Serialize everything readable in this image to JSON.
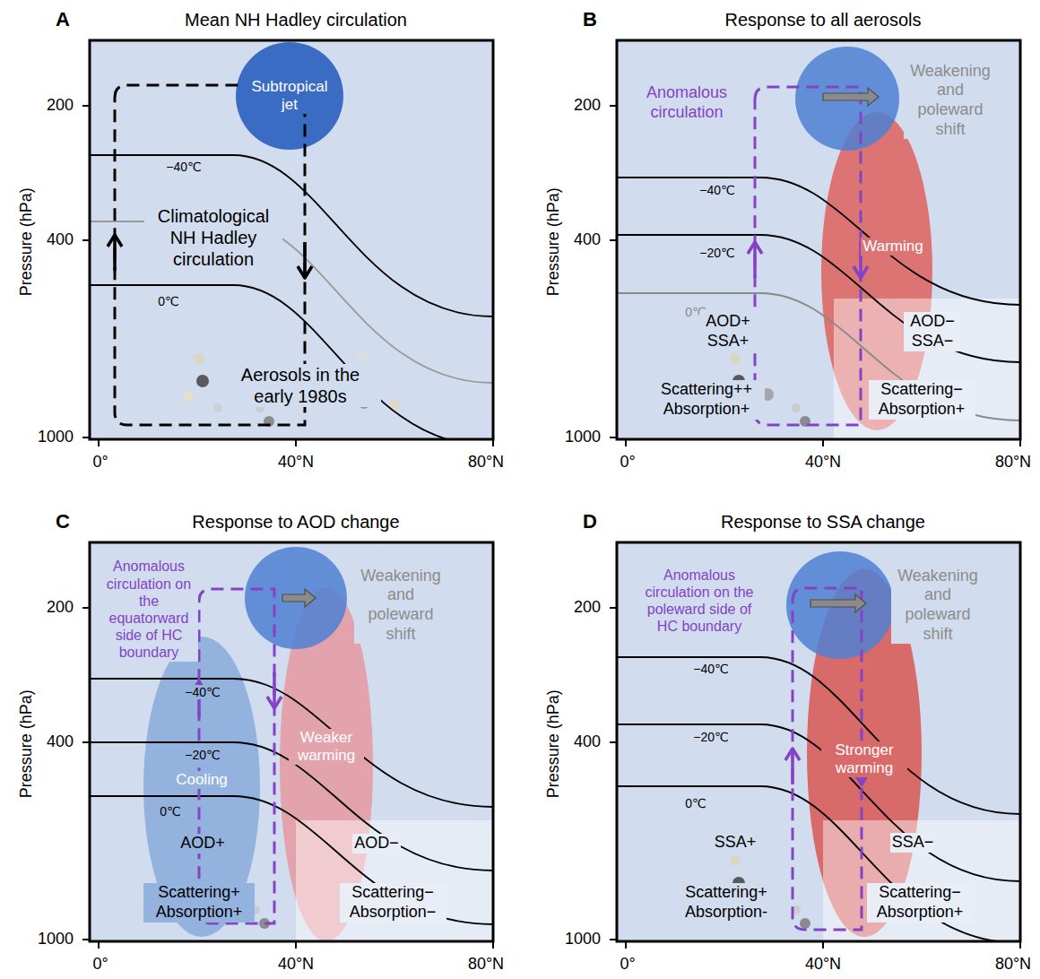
{
  "diagram": {
    "nodes": [
      {
        "text": [
          "A",
          "Mean NH Hadley circulation"
        ]
      },
      {
        "text": [
          "Subtropical jet"
        ],
        "in": 0
      },
      {
        "text": [
          "B",
          "Response to all aerosols"
        ]
      },
      {
        "text": [
          "Warming"
        ],
        "in": 2
      },
      {
        "text": [
          "C",
          "Response to AOD change"
        ]
      },
      {
        "text": [
          "Cooling"
        ],
        "in": 4
      },
      {
        "text": [
          "Weaker warming"
        ],
        "in": 4
      },
      {
        "text": [
          "D",
          "Response to SSA change"
        ]
      },
      {
        "text": [
          "Stronger warming"
        ],
        "in": 7
      }
    ],
    "labels": [
      "200",
      "400",
      "1000",
      "Pressure (hPa)",
      "0°",
      "40°N",
      "80°N",
      "−40℃",
      "0℃",
      "Climatological NH Hadley circulation",
      "Aerosols in the early 1980s",
      "200",
      "400",
      "1000",
      "Pressure (hPa)",
      "0°",
      "40°N",
      "80°N",
      "Anomalous circulation",
      "Weakening and poleward shift",
      "−40℃",
      "−20℃",
      "0℃",
      "AOD+ SSA+",
      "AOD− SSA−",
      "Scattering++ Absorption+",
      "Scattering− Absorption+",
      "200",
      "400",
      "1000",
      "Pressure (hPa)",
      "0°",
      "40°N",
      "80°N",
      "Anomalous circulation on the equatorward side of HC boundary",
      "Weakening and poleward shift",
      "−40℃",
      "−20℃",
      "0℃",
      "AOD+",
      "AOD−",
      "Scattering+ Absorption+",
      "Scattering− Absorption−",
      "200",
      "400",
      "1000",
      "Pressure (hPa)",
      "0°",
      "40°N",
      "80°N",
      "Anomalous circulation on the poleward side of HC boundary",
      "Weakening and poleward shift",
      "−40℃",
      "−20℃",
      "0℃",
      "SSA+",
      "SSA−",
      "Scattering+ Absorption-",
      "Scattering− Absorption+"
    ]
  }
}
